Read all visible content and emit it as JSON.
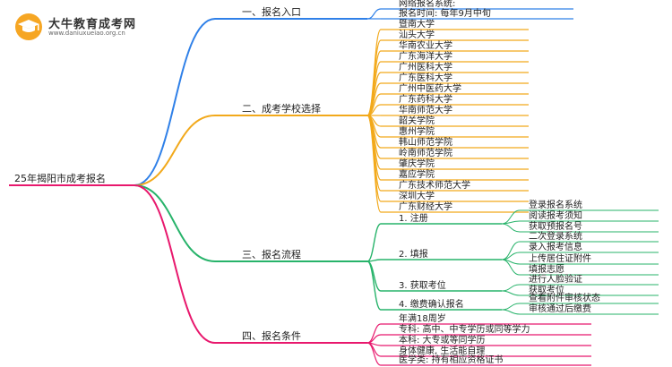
{
  "logo": {
    "title": "大牛教育成考网",
    "url": "www.daniuxueiao.org.cn"
  },
  "root": "25年揭阳市成考报名",
  "branches": [
    {
      "label": "一、报名入口",
      "color": "#2f80e8",
      "children": [
        {
          "label": "网络报名系统:"
        },
        {
          "label": "报名时间: 每年9月中旬"
        }
      ]
    },
    {
      "label": "二、成考学校选择",
      "color": "#f2a91b",
      "children": [
        {
          "label": "暨南大学"
        },
        {
          "label": "汕头大学"
        },
        {
          "label": "华南农业大学"
        },
        {
          "label": "广东海洋大学"
        },
        {
          "label": "广州医科大学"
        },
        {
          "label": "广东医科大学"
        },
        {
          "label": "广州中医药大学"
        },
        {
          "label": "广东药科大学"
        },
        {
          "label": "华南师范大学"
        },
        {
          "label": "韶关学院"
        },
        {
          "label": "惠州学院"
        },
        {
          "label": "韩山师范学院"
        },
        {
          "label": "岭南师范学院"
        },
        {
          "label": "肇庆学院"
        },
        {
          "label": "嘉应学院"
        },
        {
          "label": "广东技术师范大学"
        },
        {
          "label": "深圳大学"
        },
        {
          "label": "广东财经大学"
        }
      ]
    },
    {
      "label": "三、报名流程",
      "color": "#27b36a",
      "children": [
        {
          "label": "1. 注册",
          "children": [
            "登录报名系统",
            "阅读报考须知",
            "获取预报名号"
          ]
        },
        {
          "label": "2. 填报",
          "children": [
            "二次登录系统",
            "录入报考信息",
            "上传居住证附件",
            "填报志愿"
          ]
        },
        {
          "label": "3. 获取考位",
          "children": [
            "进行人脸验证",
            "获取考位"
          ]
        },
        {
          "label": "4. 缴费确认报名",
          "children": [
            "查看附件审核状态",
            "审核通过后缴费"
          ]
        }
      ]
    },
    {
      "label": "四、报名条件",
      "color": "#e8186d",
      "children": [
        {
          "label": "年满18周岁"
        },
        {
          "label": "专科: 高中、中专学历或同等学力"
        },
        {
          "label": "本科: 大专或等同学历"
        },
        {
          "label": "身体健康, 生活能自理"
        },
        {
          "label": "医学类: 持有相应资格证书"
        }
      ]
    }
  ]
}
